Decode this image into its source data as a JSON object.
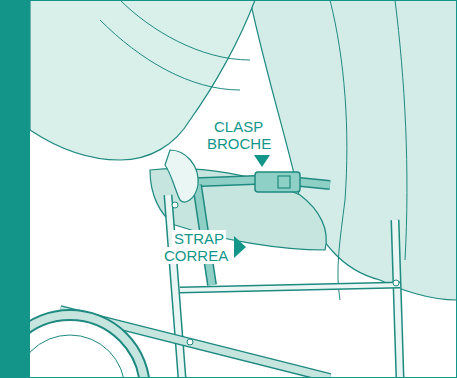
{
  "diagram": {
    "labels": [
      "CLASP",
      "BROCHE",
      "STRAP",
      "CORREA"
    ]
  }
}
